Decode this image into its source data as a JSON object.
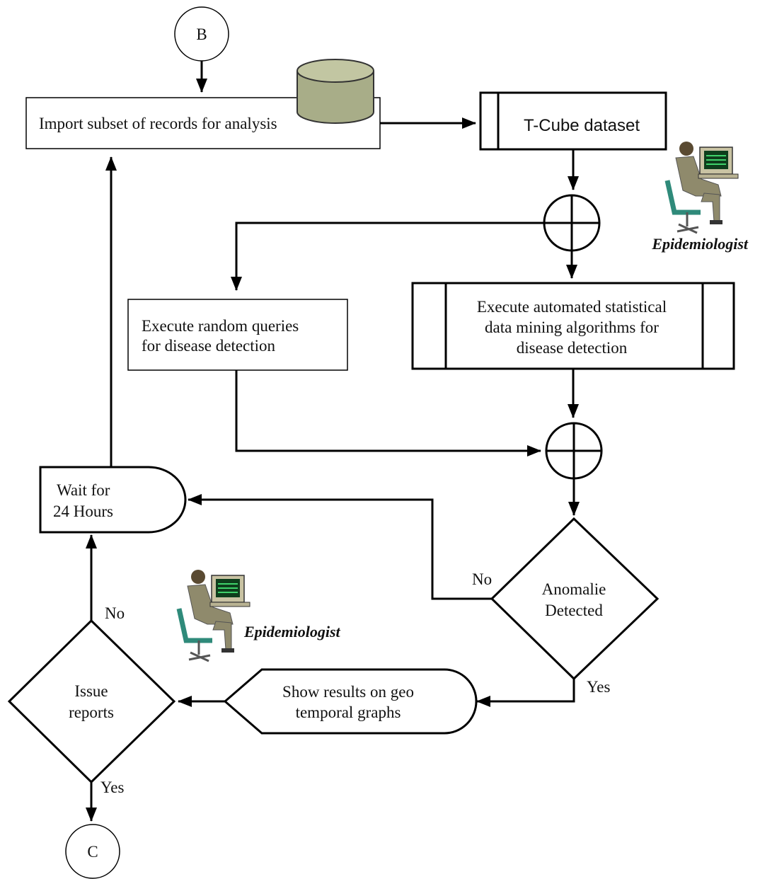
{
  "connectors": {
    "start": "B",
    "end": "C"
  },
  "nodes": {
    "import": "Import subset  of records for analysis",
    "tcube": "T-Cube dataset",
    "random_queries": [
      "Execute random queries",
      "for disease detection"
    ],
    "automated": [
      "Execute automated statistical",
      "data mining algorithms for",
      "disease detection"
    ],
    "wait": [
      "Wait for",
      "24 Hours"
    ],
    "anomalie": [
      "Anomalie",
      "Detected"
    ],
    "show_results": [
      "Show results on geo",
      "temporal graphs"
    ],
    "issue_reports": [
      "Issue",
      "reports"
    ]
  },
  "edge_labels": {
    "anomalie_no": "No",
    "anomalie_yes": "Yes",
    "issue_no": "No",
    "issue_yes": "Yes"
  },
  "actors": {
    "top_right": "Epidemiologist",
    "bottom_left": "Epidemiologist"
  }
}
